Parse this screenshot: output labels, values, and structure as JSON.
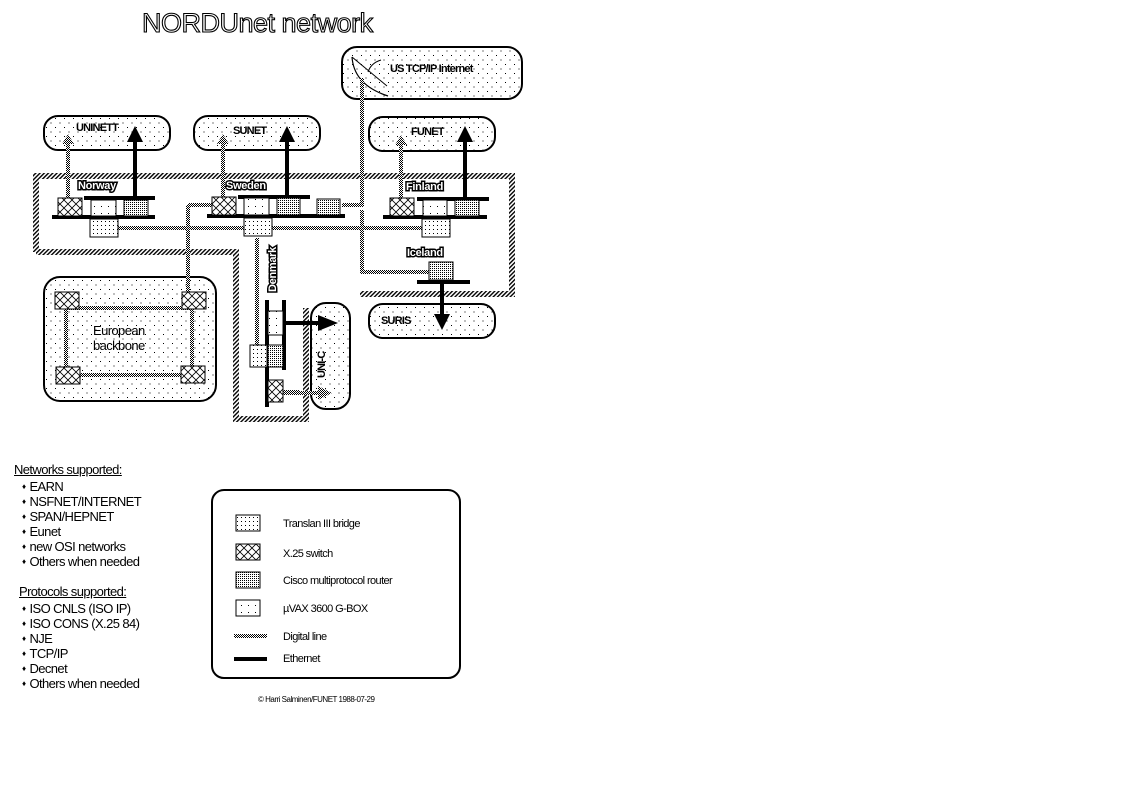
{
  "title": "NORDUnet network",
  "clouds": {
    "us_internet": "US TCP/IP Internet",
    "uninett": "UNINETT",
    "sunet": "SUNET",
    "funet": "FUNET",
    "suris": "SURIS",
    "unic": "UNI-C",
    "european_backbone_line1": "European",
    "european_backbone_line2": "backbone"
  },
  "countries": {
    "norway": "Norway",
    "sweden": "Sweden",
    "finland": "Finland",
    "iceland": "Iceland",
    "denmark": "Denmark"
  },
  "legend": {
    "items": [
      {
        "icon": "translan-bridge-icon",
        "label": "Translan III bridge"
      },
      {
        "icon": "x25-switch-icon",
        "label": "X.25 switch"
      },
      {
        "icon": "cisco-router-icon",
        "label": "Cisco multiprotocol router"
      },
      {
        "icon": "uvax-gbox-icon",
        "label": "µVAX 3600 G-BOX"
      },
      {
        "icon": "digital-line-icon",
        "label": "Digital line"
      },
      {
        "icon": "ethernet-icon",
        "label": "Ethernet"
      }
    ]
  },
  "networks_supported": {
    "heading": "Networks supported:",
    "items": [
      "EARN",
      "NSFNET/INTERNET",
      "SPAN/HEPNET",
      "Eunet",
      "new OSI networks",
      "Others when needed"
    ]
  },
  "protocols_supported": {
    "heading": "Protocols supported:",
    "items": [
      "ISO CNLS (ISO IP)",
      "ISO CONS (X.25 84)",
      "NJE",
      "TCP/IP",
      "Decnet",
      "Others when needed"
    ]
  },
  "credit": "© Harri Salminen/FUNET 1988-07-29"
}
